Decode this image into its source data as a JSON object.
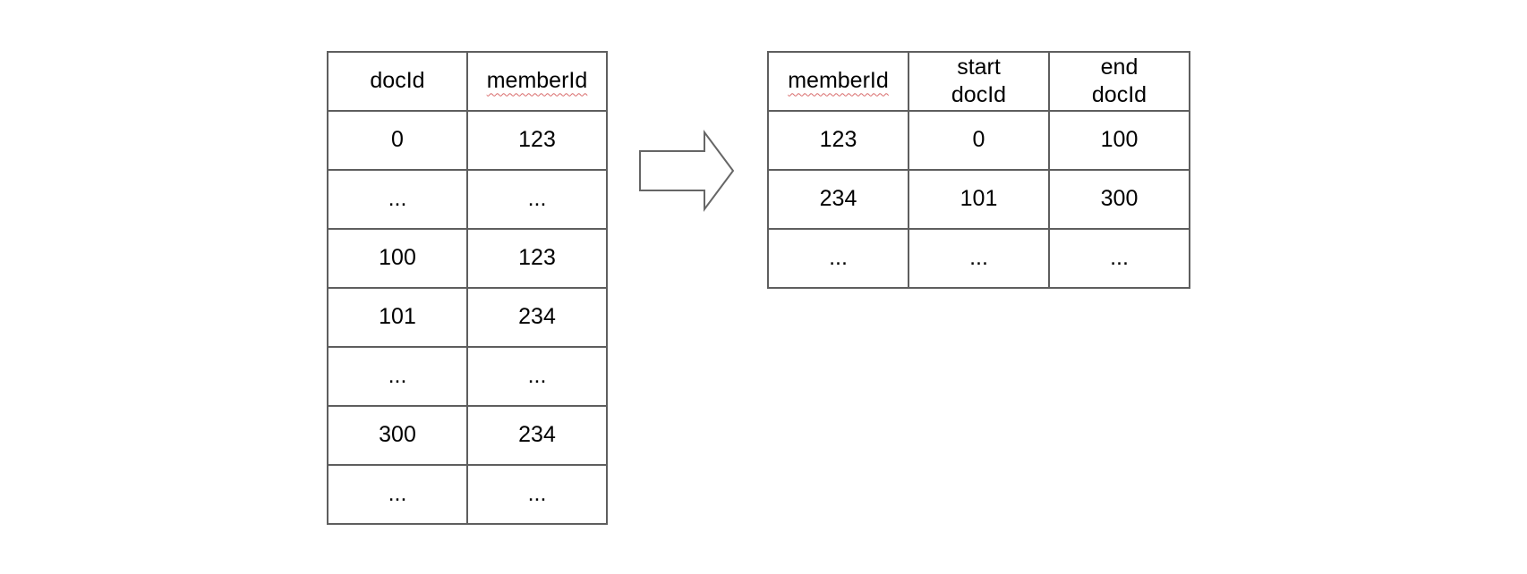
{
  "page": {
    "background": "#ffffff"
  },
  "colors": {
    "table_border": "#5e5e5e",
    "text": "#000000",
    "spellcheck_wave": "#d96b6b",
    "arrow_stroke": "#666666",
    "arrow_fill": "#ffffff"
  },
  "left_table": {
    "headers": [
      {
        "text": "docId",
        "spellcheck": false
      },
      {
        "text": "memberId",
        "spellcheck": true
      }
    ],
    "rows": [
      [
        "0",
        "123"
      ],
      [
        "...",
        "..."
      ],
      [
        "100",
        "123"
      ],
      [
        "101",
        "234"
      ],
      [
        "...",
        "..."
      ],
      [
        "300",
        "234"
      ],
      [
        "...",
        "..."
      ]
    ]
  },
  "arrow": {
    "direction": "right"
  },
  "right_table": {
    "headers": [
      {
        "text": "memberId",
        "spellcheck": true
      },
      {
        "text": "start\ndocId",
        "spellcheck": false
      },
      {
        "text": "end\ndocId",
        "spellcheck": false
      }
    ],
    "rows": [
      [
        "123",
        "0",
        "100"
      ],
      [
        "234",
        "101",
        "300"
      ],
      [
        "...",
        "...",
        "..."
      ]
    ]
  }
}
